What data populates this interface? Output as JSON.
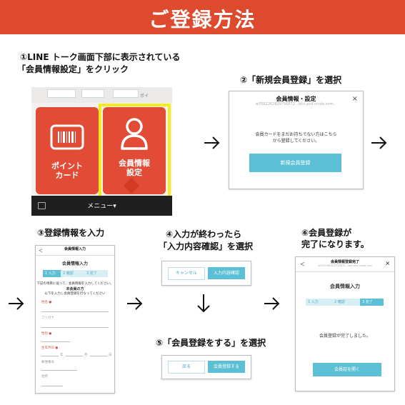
{
  "title": "ご登録方法",
  "step1": {
    "caption_line1": "①LINE トーク画面下部に表示されている",
    "caption_line2": "「会員情報設定」をクリック",
    "tile_left_line1": "ポイント",
    "tile_left_line2": "カード",
    "tile_right_line1": "会員情報",
    "tile_right_line2": "設定",
    "menu_label": "メニュー▾",
    "top_badge": "ポイ"
  },
  "step2": {
    "caption": "②「新規会員登録」を選択",
    "modal_title": "会員情報・設定",
    "modal_url": "w7052262829756872...idcc.pcd.rcnda.com...",
    "text_line1": "会員カードをまだお持ちでない方はこちら",
    "text_line2": "から登録してください。",
    "button": "新規会員登録",
    "close": "×"
  },
  "step3": {
    "caption": "③登録情報を入力",
    "nav_title": "会員情報入力",
    "heading": "会員情報入力",
    "steps": [
      "1 入力",
      "2 確認",
      "3 完了"
    ],
    "note_line1": "下記の項目に従って、会員情報を入力してください。",
    "note_bold": "未会員の方",
    "note_line2": "以下を入力し会員登録を行なってください",
    "fields": [
      "姓名 ●",
      "フリガナ",
      "性別 ●",
      "生年月日 ●",
      "郵便番号",
      "住所"
    ],
    "date_units": [
      "年",
      "月",
      "日"
    ]
  },
  "step4": {
    "caption_line1": "④入力が終わったら",
    "caption_line2": "「入力内容確認」を選択",
    "cancel": "キャンセル",
    "confirm": "入力内容確認"
  },
  "step5": {
    "caption": "⑤「会員登録をする」を選択",
    "back": "戻る",
    "register": "会員登録する"
  },
  "step6": {
    "caption_line1": "⑥会員登録が",
    "caption_line2": "完了になります。",
    "nav_title": "会員情報登録完了",
    "nav_sub": "w7052262829756872...idcc.pcd.rcnda.com",
    "heading": "会員情報入力",
    "steps": [
      "1 入力",
      "2 確認",
      "3 完了"
    ],
    "done_text": "会員登録が完了しました。",
    "button": "会員証を開く",
    "close": "×",
    "back": "＜"
  },
  "colors": {
    "header": "#dd4a2e",
    "accent": "#5bbfd6",
    "tile": "#e24b36",
    "highlight": "#f6ec19"
  }
}
